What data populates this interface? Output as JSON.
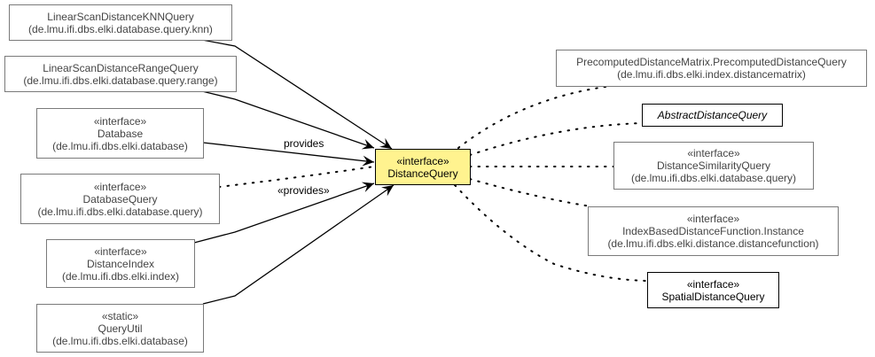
{
  "diagram": {
    "center": {
      "id": "DistanceQuery",
      "stereotype": "«interface»",
      "name": "DistanceQuery",
      "fill_color": "#fff38f"
    },
    "left_nodes": [
      {
        "id": "LinearScanDistanceKNNQuery",
        "stereotype": null,
        "name": "LinearScanDistanceKNNQuery",
        "package": "(de.lmu.ifi.dbs.elki.database.query.knn)"
      },
      {
        "id": "LinearScanDistanceRangeQuery",
        "stereotype": null,
        "name": "LinearScanDistanceRangeQuery",
        "package": "(de.lmu.ifi.dbs.elki.database.query.range)"
      },
      {
        "id": "Database",
        "stereotype": "«interface»",
        "name": "Database",
        "package": "(de.lmu.ifi.dbs.elki.database)"
      },
      {
        "id": "DatabaseQuery",
        "stereotype": "«interface»",
        "name": "DatabaseQuery",
        "package": "(de.lmu.ifi.dbs.elki.database.query)"
      },
      {
        "id": "DistanceIndex",
        "stereotype": "«interface»",
        "name": "DistanceIndex",
        "package": "(de.lmu.ifi.dbs.elki.index)"
      },
      {
        "id": "QueryUtil",
        "stereotype": "«static»",
        "name": "QueryUtil",
        "package": "(de.lmu.ifi.dbs.elki.database)"
      }
    ],
    "right_nodes": [
      {
        "id": "PrecomputedDistanceQuery",
        "stereotype": null,
        "name": "PrecomputedDistanceMatrix.PrecomputedDistanceQuery",
        "package": "(de.lmu.ifi.dbs.elki.index.distancematrix)"
      },
      {
        "id": "AbstractDistanceQuery",
        "stereotype": null,
        "name": "AbstractDistanceQuery",
        "package": null,
        "italic": true
      },
      {
        "id": "DistanceSimilarityQuery",
        "stereotype": "«interface»",
        "name": "DistanceSimilarityQuery",
        "package": "(de.lmu.ifi.dbs.elki.database.query)"
      },
      {
        "id": "IndexBasedDistanceFunctionInstance",
        "stereotype": "«interface»",
        "name": "IndexBasedDistanceFunction.Instance",
        "package": "(de.lmu.ifi.dbs.elki.distance.distancefunction)"
      },
      {
        "id": "SpatialDistanceQuery",
        "stereotype": "«interface»",
        "name": "SpatialDistanceQuery",
        "package": null
      }
    ],
    "edge_labels": {
      "database_provides": "provides",
      "distanceindex_provides": "«provides»"
    },
    "edges": [
      {
        "from": "LinearScanDistanceKNNQuery",
        "to": "DistanceQuery",
        "style": "solid",
        "arrow": "open"
      },
      {
        "from": "LinearScanDistanceRangeQuery",
        "to": "DistanceQuery",
        "style": "solid",
        "arrow": "open"
      },
      {
        "from": "Database",
        "to": "DistanceQuery",
        "style": "solid",
        "arrow": "open",
        "label": "provides"
      },
      {
        "from": "DatabaseQuery",
        "to": "DistanceQuery",
        "style": "dotted",
        "arrow": "none"
      },
      {
        "from": "DistanceIndex",
        "to": "DistanceQuery",
        "style": "solid",
        "arrow": "open",
        "label": "«provides»"
      },
      {
        "from": "QueryUtil",
        "to": "DistanceQuery",
        "style": "solid",
        "arrow": "open"
      },
      {
        "from": "DistanceQuery",
        "to": "PrecomputedDistanceQuery",
        "style": "dotted",
        "arrow": "none"
      },
      {
        "from": "DistanceQuery",
        "to": "AbstractDistanceQuery",
        "style": "dotted",
        "arrow": "none"
      },
      {
        "from": "DistanceQuery",
        "to": "DistanceSimilarityQuery",
        "style": "dotted",
        "arrow": "none"
      },
      {
        "from": "DistanceQuery",
        "to": "IndexBasedDistanceFunctionInstance",
        "style": "dotted",
        "arrow": "none"
      },
      {
        "from": "DistanceQuery",
        "to": "SpatialDistanceQuery",
        "style": "dotted",
        "arrow": "none"
      }
    ]
  }
}
